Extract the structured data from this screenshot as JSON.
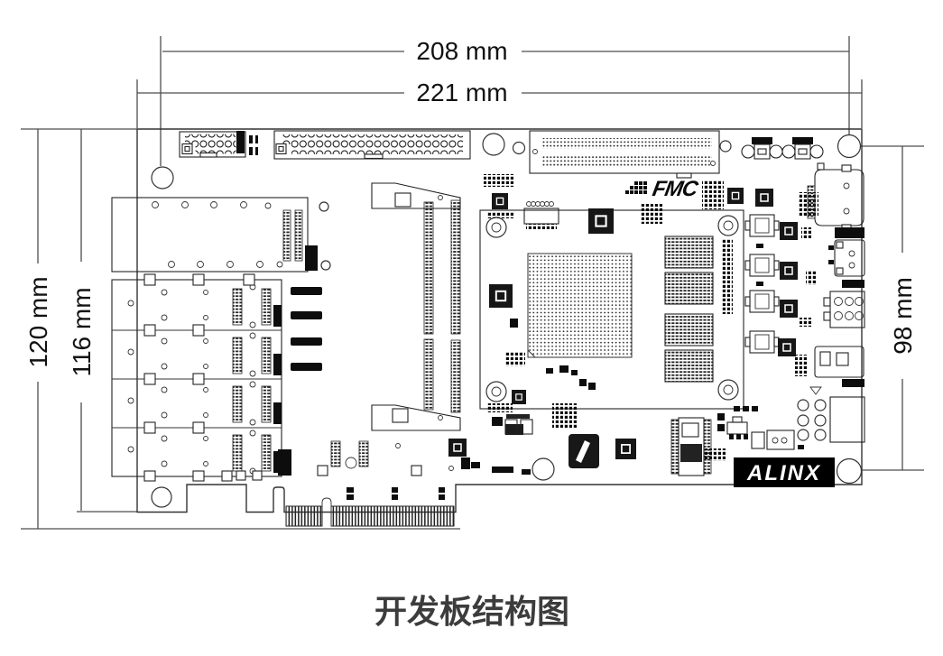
{
  "caption": "开发板结构图",
  "dimensions": {
    "top_inner": "208 mm",
    "top_outer": "221 mm",
    "left_outer": "120 mm",
    "left_inner": "116 mm",
    "right_side": "98 mm"
  },
  "logos": {
    "fmc": "FMC",
    "alinx": "ALINX"
  },
  "colors": {
    "background": "#ffffff",
    "outline": "#333333",
    "dimension_line": "#4d4d4d",
    "dimension_text": "#111111",
    "component_dark": "#0d0d0d",
    "caption_text": "#3c3c3c",
    "alinx_logo_bg": "#000000",
    "alinx_logo_text": "#ffffff"
  }
}
